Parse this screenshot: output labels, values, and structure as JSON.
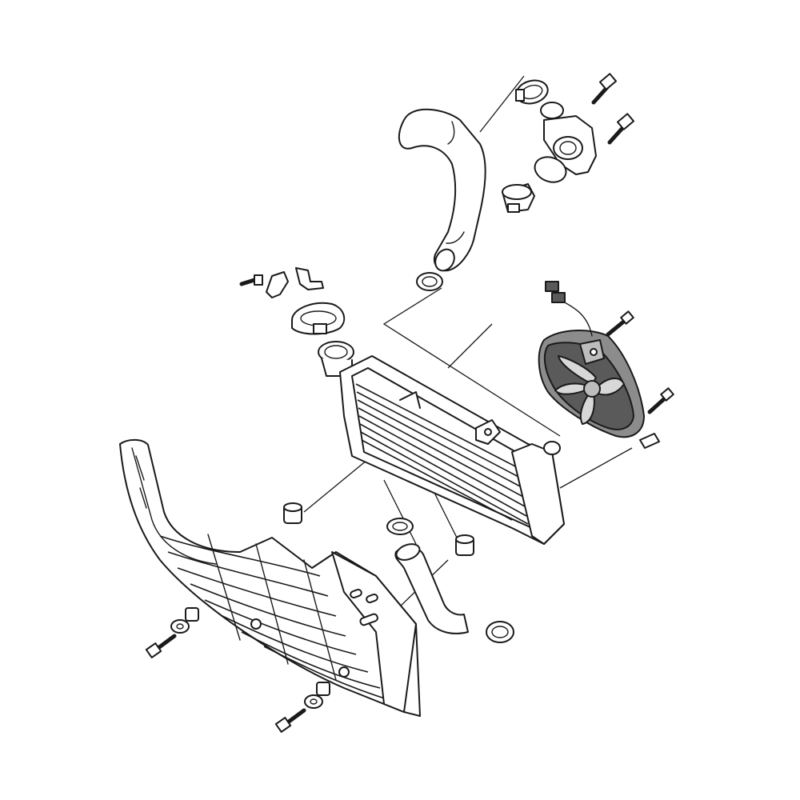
{
  "colors": {
    "line": "#1a1a1a",
    "background": "#ffffff",
    "highlight_fill": "#8c8c8c",
    "highlight_dark": "#5a5a5a"
  },
  "highlighted_part": "cooling-fan-assembly",
  "parts": [
    "upper-radiator-hose",
    "hose-clamp",
    "thermostat",
    "thermostat-housing",
    "o-ring",
    "bolt",
    "radiator-cap",
    "filler-neck-bracket",
    "radiator",
    "cooling-fan-assembly",
    "fan-connector",
    "radiator-grommet",
    "radiator-side-cover",
    "lower-radiator-hose",
    "washer",
    "collar"
  ]
}
